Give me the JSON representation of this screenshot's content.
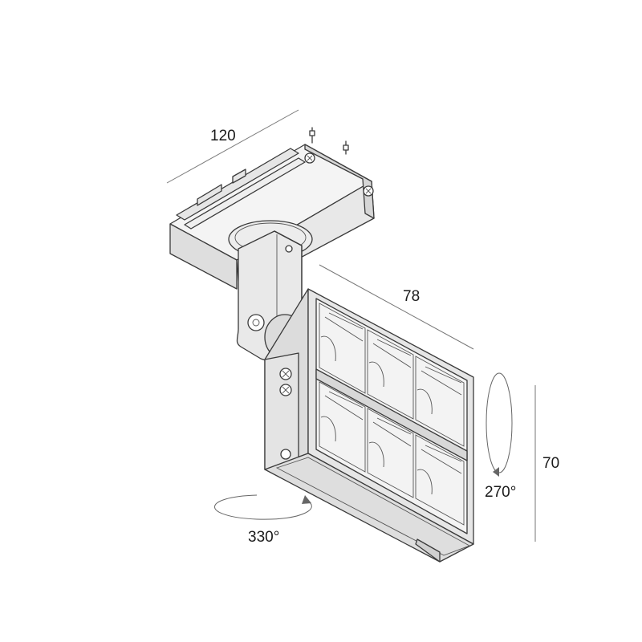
{
  "dimensions": {
    "adapter_length": "120",
    "head_width": "78",
    "head_height": "70"
  },
  "rotations": {
    "tilt": "270°",
    "pan": "330°"
  },
  "colors": {
    "face_light": "#f2f2f2",
    "face_mid": "#e4e4e4",
    "face_dark": "#cfcfcf",
    "line": "#3a3a3a"
  }
}
